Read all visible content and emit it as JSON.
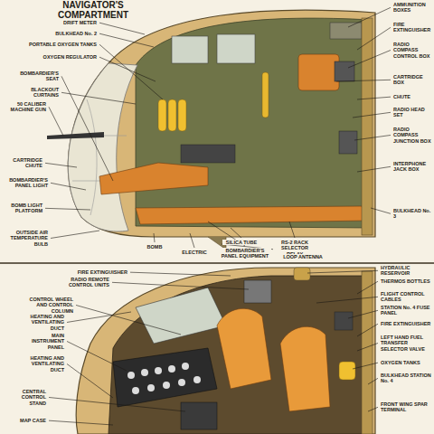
{
  "diagram": {
    "title": "NAVIGATOR'S COMPARTMENT",
    "labels": [
      "DRIFT METER",
      "BULKHEAD No. 2",
      "PORTABLE OXYGEN TANKS",
      "OXYGEN REGULATOR",
      "BOMBARDIER'S SEAT",
      "BLACKOUT CURTAINS",
      "50 CALIBER MACHINE GUN",
      "CARTRIDGE CHUTE",
      "BOMBARDIER'S PANEL LIGHT",
      "BOMB LIGHT PLATFORM",
      "OUTSIDE AIR TEMPERATURE BULB",
      "BOMB",
      "ELECTRIC",
      "SILICA TUBE",
      "BOMBARDIER'S PANEL EQUIPMENT",
      "RS-2 RACK SELECTOR RELAY",
      "LOOP ANTENNA",
      "AMMUNITION BOXES",
      "FIRE EXTINGUISHER",
      "RADIO COMPASS CONTROL BOX",
      "CARTRIDGE BOX",
      "CHUTE",
      "RADIO HEAD SET",
      "RADIO COMPASS JUNCTION BOX",
      "INTERPHONE JACK BOX",
      "BULKHEAD No. 3",
      "FIRE EXTINGUISHER",
      "RADIO REMOTE CONTROL UNITS",
      "CONTROL WHEEL AND CONTROL COLUMN",
      "HEATING AND VENTILATING DUCT",
      "MAIN INSTRUMENT PANEL",
      "HEATING AND VENTILATING DUCT",
      "CENTRAL CONTROL STAND",
      "MAP CASE",
      "HYDRAULIC RESERVOIR",
      "THERMOS BOTTLES",
      "FLIGHT CONTROL CABLES",
      "STATION No. 4 FUSE PANEL",
      "FIRE EXTINGUISHER",
      "LEFT HAND FUEL TRANSFER SELECTOR VALVE",
      "OXYGEN TANKS",
      "BULKHEAD STATION No. 4",
      "FRONT WING SPAR TERMINAL"
    ]
  }
}
